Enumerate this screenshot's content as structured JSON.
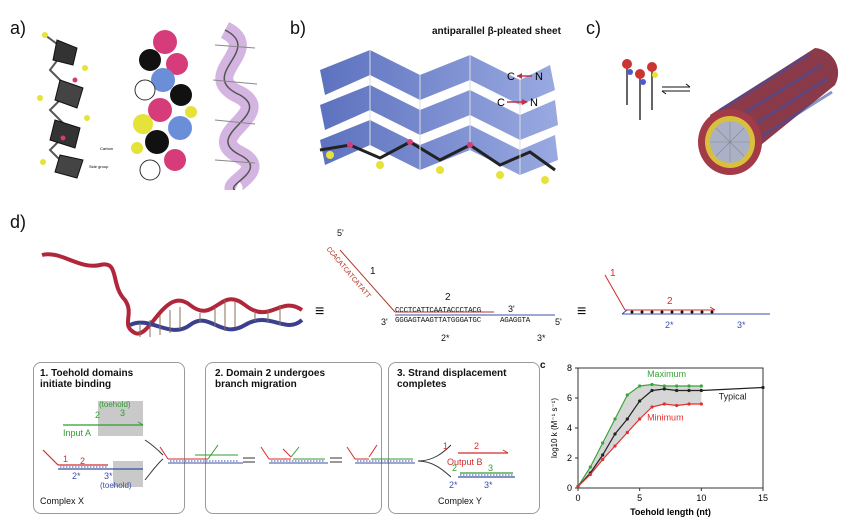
{
  "panels": {
    "a": {
      "label": "a)",
      "annotations": [
        "Carbon",
        "Side group"
      ]
    },
    "b": {
      "label": "b)",
      "title": "antiparallel β-pleated sheet",
      "arrow_labels": [
        "C",
        "N",
        "C",
        "N"
      ]
    },
    "c": {
      "label": "c)"
    },
    "d": {
      "label": "d)"
    }
  },
  "strand": {
    "five_prime_top": "5'",
    "sequence_vertical": "CCACATCATCATATT",
    "label_1": "1",
    "label_2": "2",
    "top_strand": "CCCTCATTCAATACCCTACG",
    "bottom_strand": "GGGAGTAAGTTATGGGATGC",
    "overhang": "AGAGGTA",
    "three_prime_top": "3'",
    "three_prime_left": "3'",
    "five_prime_right": "5'",
    "label_2star": "2*",
    "label_3star": "3*",
    "equiv": "≡"
  },
  "schematic": {
    "label_1": "1",
    "label_2": "2",
    "label_2star": "2*",
    "label_3star": "3*"
  },
  "steps": [
    {
      "title": "1. Toehold domains\ninitiate binding"
    },
    {
      "title": "2. Domain 2 undergoes\nbranch migration"
    },
    {
      "title": "3. Strand displacement\ncompletes"
    }
  ],
  "mechanism": {
    "input_a": "Input A",
    "complex_x": "Complex X",
    "output_b": "Output B",
    "complex_y": "Complex Y",
    "toehold": "(toehold)",
    "toehold2": "(toehold)",
    "d1": "1",
    "d2": "2",
    "d3": "3",
    "d2s": "2*",
    "d3s": "3*"
  },
  "chart_data": {
    "type": "line",
    "panel_label": "c",
    "xlabel": "Toehold length (nt)",
    "ylabel": "log10 k (M⁻¹ s⁻¹)",
    "xlim": [
      0,
      15
    ],
    "ylim": [
      0,
      8
    ],
    "xticks": [
      0,
      5,
      10,
      15
    ],
    "yticks": [
      0,
      2,
      4,
      6,
      8
    ],
    "series": [
      {
        "name": "Maximum",
        "color": "#3aa53a",
        "x": [
          0,
          1,
          2,
          3,
          4,
          5,
          6,
          7,
          8,
          9,
          10
        ],
        "y": [
          0.1,
          1.4,
          3.0,
          4.6,
          6.2,
          6.8,
          6.9,
          6.8,
          6.8,
          6.8,
          6.8
        ]
      },
      {
        "name": "Typical",
        "color": "#222222",
        "x": [
          0,
          1,
          2,
          3,
          4,
          5,
          6,
          7,
          8,
          9,
          10,
          15
        ],
        "y": [
          0.1,
          1.0,
          2.2,
          3.6,
          4.6,
          5.8,
          6.5,
          6.6,
          6.5,
          6.5,
          6.5,
          6.7
        ]
      },
      {
        "name": "Minimum",
        "color": "#e03030",
        "x": [
          0,
          1,
          2,
          3,
          4,
          5,
          6,
          7,
          8,
          9,
          10
        ],
        "y": [
          0.1,
          0.9,
          1.9,
          2.8,
          3.7,
          4.6,
          5.4,
          5.6,
          5.5,
          5.6,
          5.6
        ]
      }
    ]
  },
  "colors": {
    "red": "#d42a2a",
    "green": "#2e9e2e",
    "blue": "#3a4fa8",
    "gray_fill": "#cfcfcf"
  }
}
